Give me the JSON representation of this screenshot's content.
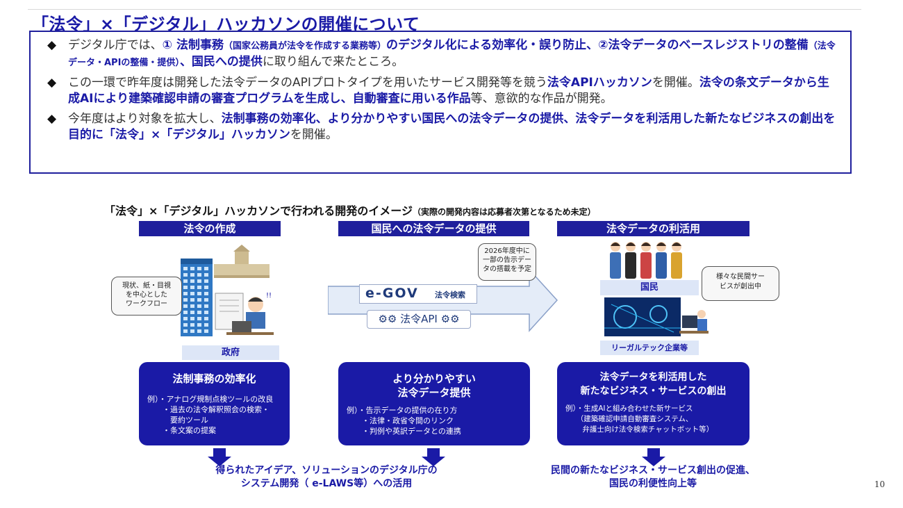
{
  "title": "「法令」×「デジタル」ハッカソンの開催について",
  "summary": {
    "b1": {
      "t1": "デジタル庁では、",
      "t2": "① 法制事務",
      "t3": "（国家公務員が法令を作成する業務等）",
      "t4": "のデジタル化による効率化・誤り防止、②法令データのベースレジストリの整備",
      "t5": "（法令データ・APIの整備・提供）",
      "t6": "、国民への提供",
      "t7": "に取り組んで来たところ。"
    },
    "b2": {
      "t1": "この一環で昨年度は開発した法令データのAPIプロトタイプを用いたサービス開発等を競う",
      "t2": "法令APIハッカソン",
      "t3": "を開催。",
      "t4": "法令の条文データから生成AIにより建築確認申請の審査プログラムを生成し、自動審査に用いる作品",
      "t5": "等、意欲的な作品が開発。"
    },
    "b3": {
      "t1": "今年度はより対象を拡大し、",
      "t2": "法制事務の効率化、より分かりやすい国民への法令データの提供、法令データを利活用した新たなビジネスの創出を目的に「法令」×「デジタル」ハッカソン",
      "t3": "を開催。"
    }
  },
  "dev_image": {
    "title": "「法令」×「デジタル」ハッカソンで行われる開発のイメージ",
    "note": "（実際の開発内容は応募者次第となるため未定）"
  },
  "columns": [
    {
      "header": "法令の作成",
      "bubble": "現状、紙・目視\nを中心とした\nワークフロー",
      "label": "政府",
      "box_title": "法制事務の効率化",
      "examples": "例）・アナログ規制点検ツールの改良\n　　・過去の法令解釈照会の検索・\n　　　要約ツール\n　　・条文案の提案"
    },
    {
      "header": "国民への法令データの提供",
      "bubble": "2026年度中に\n一部の告示デー\nタの搭載を予定",
      "egov_logo": "e-GOV",
      "egov_search": "法令検索",
      "api_label": "法令API",
      "box_title": "より分かりやすい\n法令データ提供",
      "examples": "例）・告示データの提供の在り方\n　　・法律・政省令間のリンク\n　　・判例や英訳データとの連携"
    },
    {
      "header": "法令データの利活用",
      "bubble": "様々な民間サー\nビスが創出中",
      "label": "国民",
      "label2": "リーガルテック企業等",
      "box_title": "法令データを利活用した\n新たなビジネス・サービスの創出",
      "examples": "例）・生成AIと組み合わせた新サービス\n　　（建築確認申請自動審査システム、\n　　 弁護士向け法令検索チャットボット等）"
    }
  ],
  "outcomes": {
    "left": "得られたアイデア、ソリューションのデジタル庁の\nシステム開発（ e-LAWS等）への活用",
    "right": "民間の新たなビジネス・サービス創出の促進、\n国民の利便性向上等"
  },
  "page_number": "10",
  "colors": {
    "navy": "#1a1aa6",
    "light_blue": "#dde6f7"
  }
}
